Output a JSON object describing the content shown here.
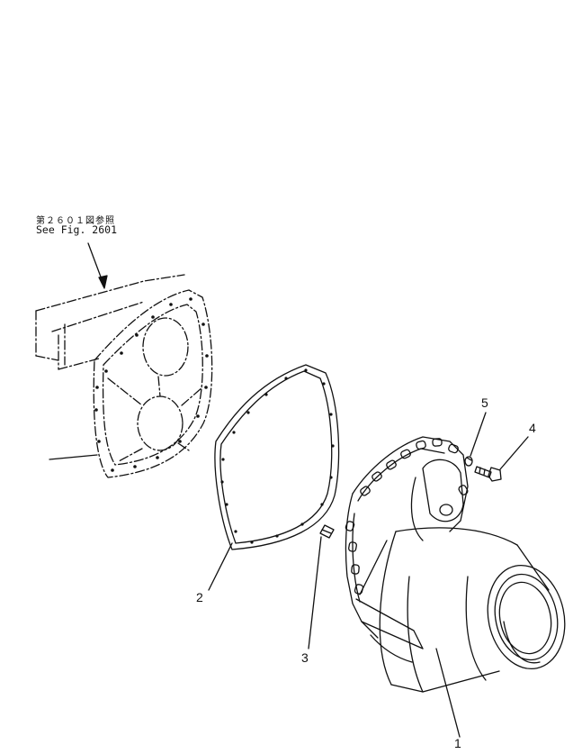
{
  "reference": {
    "japanese": "第２６０１図参照",
    "english": "See Fig. 2601"
  },
  "callouts": {
    "c1": "1",
    "c2": "2",
    "c3": "3",
    "c4": "4",
    "c5": "5"
  },
  "colors": {
    "ink": "#111111",
    "paper": "#ffffff"
  }
}
